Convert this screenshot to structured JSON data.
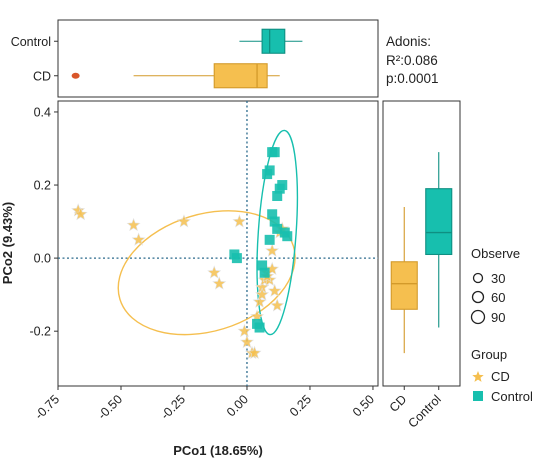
{
  "chart_data": {
    "type": "scatter",
    "xlabel": "PCo1 (18.65%)",
    "ylabel": "PCo2 (9.43%)",
    "xlim": [
      -0.75,
      0.52
    ],
    "ylim": [
      -0.35,
      0.43
    ],
    "x_ticks": [
      "-0.75",
      "-0.50",
      "-0.25",
      "0.00",
      "0.25",
      "0.50"
    ],
    "y_ticks": [
      "0.4",
      "0.2",
      "0.0",
      "-0.2"
    ],
    "annotation": {
      "title": "Adonis:",
      "r2": "R²:0.086",
      "p": "p:0.0001"
    },
    "colors": {
      "CD": "#f5bf4f",
      "Control": "#17bfae",
      "box_CD_fill": "#f5bf4f",
      "box_Control_fill": "#17bfae",
      "outlier": "#d9562a"
    },
    "series": [
      {
        "name": "CD",
        "marker": "star",
        "x": [
          -0.67,
          -0.66,
          -0.45,
          -0.43,
          -0.25,
          -0.13,
          -0.11,
          -0.03,
          -0.01,
          0.0,
          0.02,
          0.03,
          0.04,
          0.05,
          0.06,
          0.07,
          0.08,
          0.09,
          0.1,
          0.11,
          0.12,
          0.13,
          0.14,
          0.1,
          0.08,
          0.06
        ],
        "y": [
          0.13,
          0.12,
          0.09,
          0.05,
          0.1,
          -0.04,
          -0.07,
          0.1,
          -0.2,
          -0.23,
          -0.26,
          -0.26,
          -0.16,
          -0.12,
          -0.08,
          -0.06,
          -0.04,
          -0.06,
          -0.03,
          -0.09,
          -0.13,
          0.07,
          0.08,
          0.02,
          -0.05,
          -0.1
        ]
      },
      {
        "name": "Control",
        "marker": "square",
        "x": [
          -0.05,
          -0.04,
          0.04,
          0.05,
          0.06,
          0.07,
          0.08,
          0.09,
          0.1,
          0.11,
          0.12,
          0.13,
          0.14,
          0.15,
          0.16,
          0.1,
          0.12,
          0.09,
          0.11
        ],
        "y": [
          0.01,
          0.0,
          -0.18,
          -0.19,
          -0.02,
          -0.04,
          0.23,
          0.24,
          0.29,
          0.29,
          0.17,
          0.19,
          0.2,
          0.07,
          0.06,
          0.12,
          0.08,
          0.05,
          0.1
        ]
      }
    ],
    "ellipses": [
      {
        "group": "CD",
        "cx": -0.16,
        "cy": -0.04,
        "rx": 0.36,
        "ry": 0.16,
        "angle_deg": -17
      },
      {
        "group": "Control",
        "cx": 0.12,
        "cy": 0.07,
        "rx": 0.075,
        "ry": 0.28,
        "angle_deg": 4
      }
    ],
    "top_boxplot": {
      "categories": [
        "Control",
        "CD"
      ],
      "boxes": [
        {
          "name": "Control",
          "min": -0.03,
          "q1": 0.06,
          "median": 0.09,
          "q3": 0.15,
          "max": 0.22
        },
        {
          "name": "CD",
          "min": -0.45,
          "q1": -0.13,
          "median": 0.04,
          "q3": 0.08,
          "max": 0.13,
          "outlier": -0.68
        }
      ]
    },
    "right_boxplot": {
      "categories": [
        "CD",
        "Control"
      ],
      "boxes": [
        {
          "name": "CD",
          "min": -0.26,
          "q1": -0.14,
          "median": -0.07,
          "q3": -0.01,
          "max": 0.14
        },
        {
          "name": "Control",
          "min": -0.19,
          "q1": 0.01,
          "median": 0.07,
          "q3": 0.19,
          "max": 0.29
        }
      ]
    },
    "legend": {
      "observe_title": "Observe",
      "observe_items": [
        "30",
        "60",
        "90"
      ],
      "group_title": "Group",
      "group_items": [
        "CD",
        "Control"
      ]
    }
  }
}
